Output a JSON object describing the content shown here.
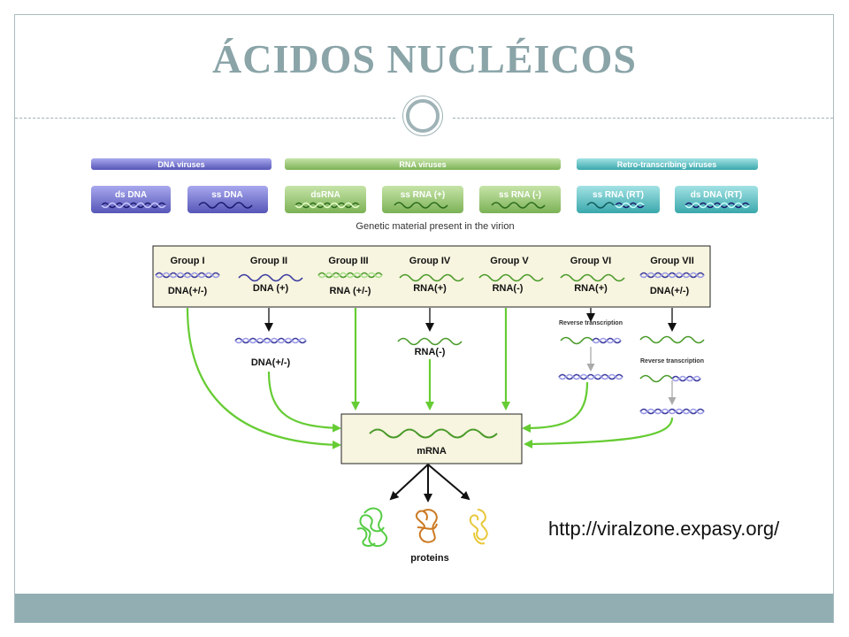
{
  "title": "ÁCIDOS NUCLÉICOS",
  "url": "http://viralzone.expasy.org/",
  "categories": [
    {
      "label": "DNA viruses",
      "color": "#7a7ad6"
    },
    {
      "label": "RNA viruses",
      "color": "#9ccc7a"
    },
    {
      "label": "Retro-transcribing viruses",
      "color": "#5cc4c6"
    }
  ],
  "types": [
    {
      "label": "ds DNA"
    },
    {
      "label": "ss DNA"
    },
    {
      "label": "dsRNA"
    },
    {
      "label": "ss RNA (+)"
    },
    {
      "label": "ss RNA (-)"
    },
    {
      "label": "ss RNA (RT)"
    },
    {
      "label": "ds DNA (RT)"
    }
  ],
  "virion_caption": "Genetic material present in the virion",
  "groups": [
    {
      "name": "Group I",
      "genome": "DNA(+/-)"
    },
    {
      "name": "Group II",
      "genome": "DNA (+)"
    },
    {
      "name": "Group III",
      "genome": "RNA (+/-)"
    },
    {
      "name": "Group IV",
      "genome": "RNA(+)"
    },
    {
      "name": "Group V",
      "genome": "RNA(-)"
    },
    {
      "name": "Group VI",
      "genome": "RNA(+)"
    },
    {
      "name": "Group VII",
      "genome": "DNA(+/-)"
    }
  ],
  "intermediates": {
    "group2": "DNA(+/-)",
    "group5": "RNA(-)",
    "reverse_transcription": "Reverse transcription"
  },
  "mrna_label": "mRNA",
  "proteins_label": "proteins"
}
